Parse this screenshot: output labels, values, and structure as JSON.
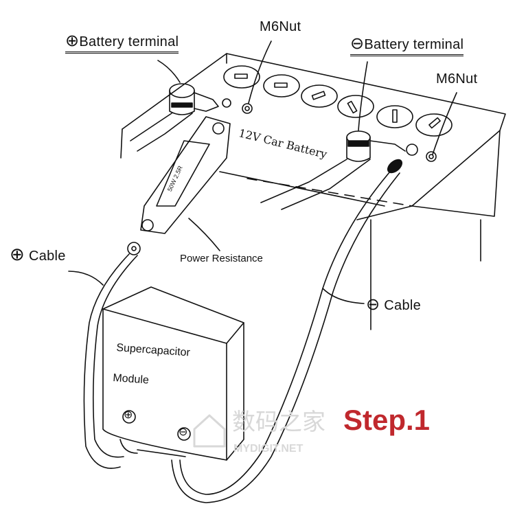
{
  "labels": {
    "pos_terminal": "Battery terminal",
    "pos_symbol": "⊕",
    "m6nut_left": "M6Nut",
    "neg_terminal": "Battery  terminal",
    "neg_symbol": "⊖",
    "m6nut_right": "M6Nut",
    "battery": "12V  Car Battery",
    "resistor_rating": "50W 2.5R",
    "power_resistance": "Power Resistance",
    "pos_cable": "Cable",
    "neg_cable": "Cable",
    "module_line1": "Supercapacitor",
    "module_line2": "Module",
    "module_pos": "⊕",
    "module_neg": "⊖"
  },
  "step": {
    "text": "Step.1",
    "color": "#c0282d"
  },
  "watermark": {
    "cn": "数码之家",
    "en": "MYDIGIT.NET"
  }
}
